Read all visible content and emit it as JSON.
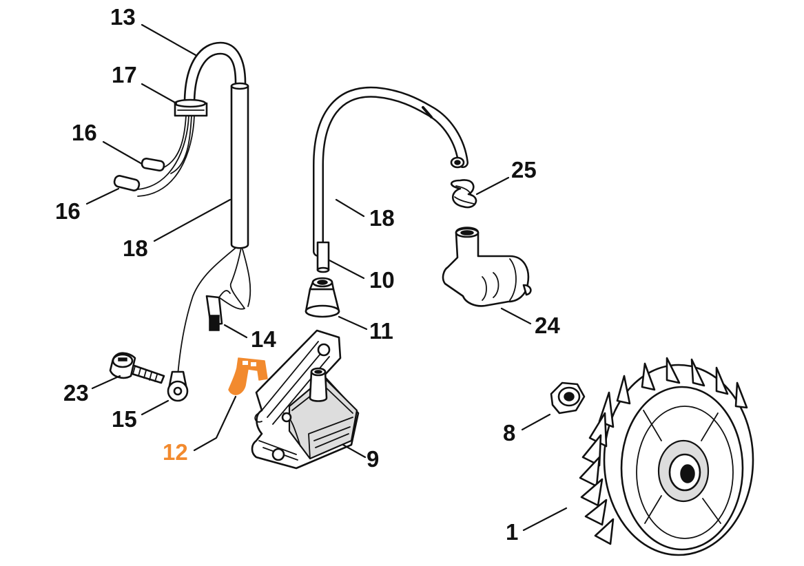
{
  "diagram": {
    "highlight_color": "#f28a2e",
    "ink_color": "#111111",
    "highlighted_part": "12",
    "callouts": [
      {
        "id": "c13",
        "label": "13"
      },
      {
        "id": "c17",
        "label": "17"
      },
      {
        "id": "c16a",
        "label": "16"
      },
      {
        "id": "c16b",
        "label": "16"
      },
      {
        "id": "c18a",
        "label": "18"
      },
      {
        "id": "c18b",
        "label": "18"
      },
      {
        "id": "c25",
        "label": "25"
      },
      {
        "id": "c10",
        "label": "10"
      },
      {
        "id": "c11",
        "label": "11"
      },
      {
        "id": "c24",
        "label": "24"
      },
      {
        "id": "c14",
        "label": "14"
      },
      {
        "id": "c23",
        "label": "23"
      },
      {
        "id": "c15",
        "label": "15"
      },
      {
        "id": "c12",
        "label": "12"
      },
      {
        "id": "c9",
        "label": "9"
      },
      {
        "id": "c8",
        "label": "8"
      },
      {
        "id": "c1",
        "label": "1"
      }
    ]
  }
}
